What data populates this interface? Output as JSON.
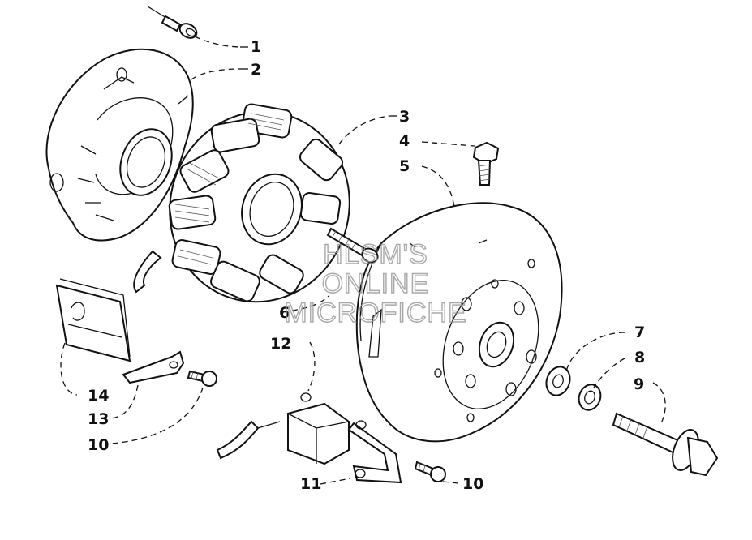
{
  "callouts": [
    {
      "id": "c1",
      "label": "1"
    },
    {
      "id": "c2",
      "label": "2"
    },
    {
      "id": "c3",
      "label": "3"
    },
    {
      "id": "c4",
      "label": "4"
    },
    {
      "id": "c5",
      "label": "5"
    },
    {
      "id": "c6",
      "label": "6"
    },
    {
      "id": "c7",
      "label": "7"
    },
    {
      "id": "c8",
      "label": "8"
    },
    {
      "id": "c9",
      "label": "9"
    },
    {
      "id": "c10a",
      "label": "10"
    },
    {
      "id": "c10b",
      "label": "10"
    },
    {
      "id": "c11",
      "label": "11"
    },
    {
      "id": "c12",
      "label": "12"
    },
    {
      "id": "c13",
      "label": "13"
    },
    {
      "id": "c14",
      "label": "14"
    }
  ],
  "watermark": {
    "line1": "HLSM'S",
    "line2": "ONLINE",
    "line3": "MICROFICHE"
  }
}
